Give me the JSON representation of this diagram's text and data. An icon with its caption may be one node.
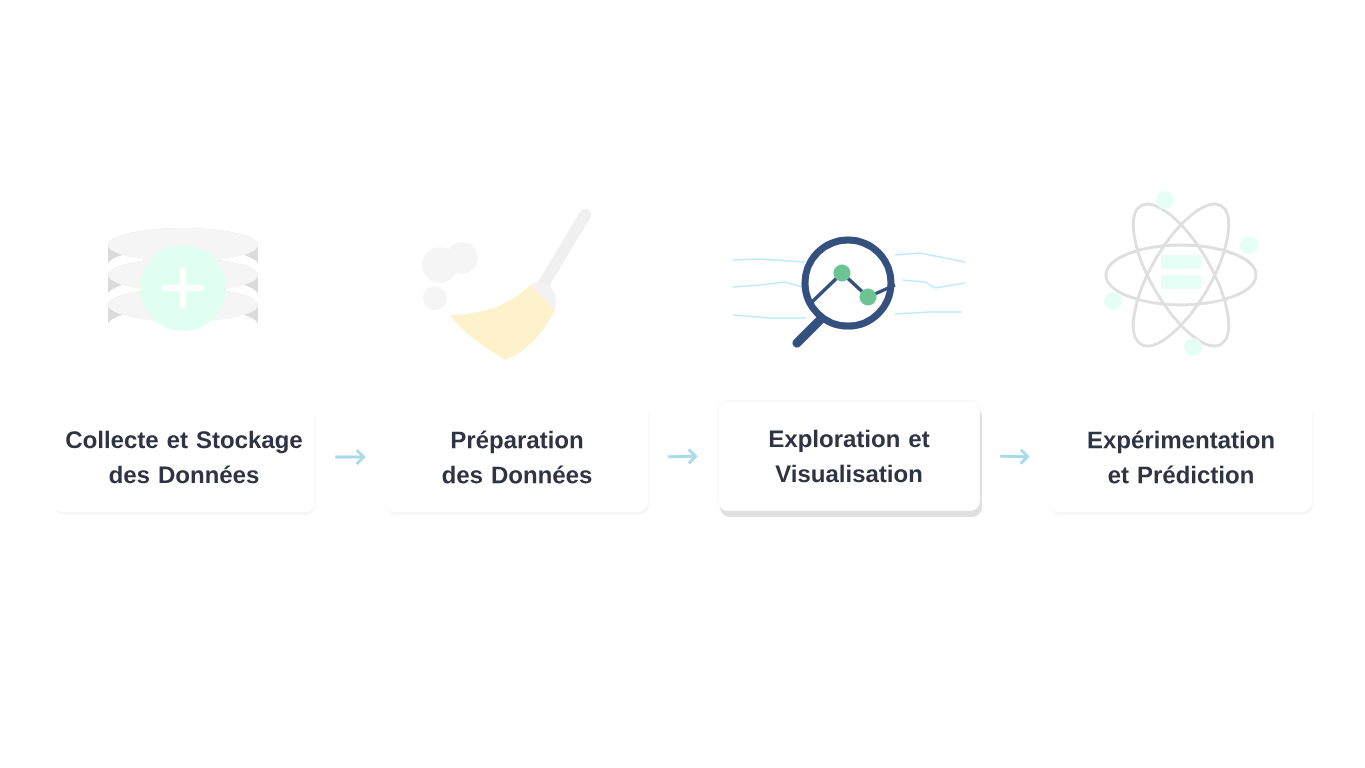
{
  "diagram": {
    "nodes": [
      {
        "text": [
          "Collecte et Stockage des Données"
        ]
      },
      {
        "text": [
          "Préparation des Données"
        ]
      },
      {
        "text": [
          "Exploration et Visualisation"
        ]
      },
      {
        "text": [
          "Expérimentation et Prédiction"
        ]
      }
    ],
    "edges": [
      {
        "from": 0,
        "to": 1,
        "arrow": "to"
      },
      {
        "from": 1,
        "to": 2,
        "arrow": "to"
      },
      {
        "from": 2,
        "to": 3,
        "arrow": "to"
      }
    ]
  }
}
